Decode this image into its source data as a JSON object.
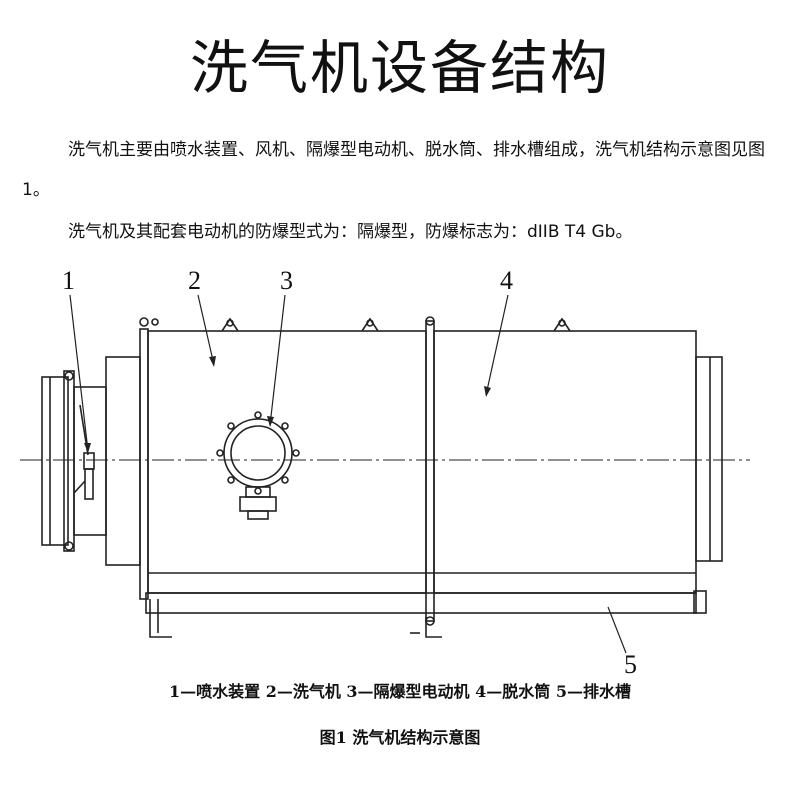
{
  "title": "洗气机设备结构",
  "paragraph1": "洗气机主要由喷水装置、风机、隔爆型电动机、脱水筒、排水槽组成，洗气机结构示意图见图 1。",
  "paragraph2": "洗气机及其配套电动机的防爆型式为：隔爆型，防爆标志为：dIIB T4 Gb。",
  "diagram": {
    "labels": [
      "1",
      "2",
      "3",
      "4",
      "5"
    ]
  },
  "legend": "1—喷水装置 2—洗气机 3—隔爆型电动机 4—脱水筒 5—排水槽",
  "caption": "图1 洗气机结构示意图"
}
